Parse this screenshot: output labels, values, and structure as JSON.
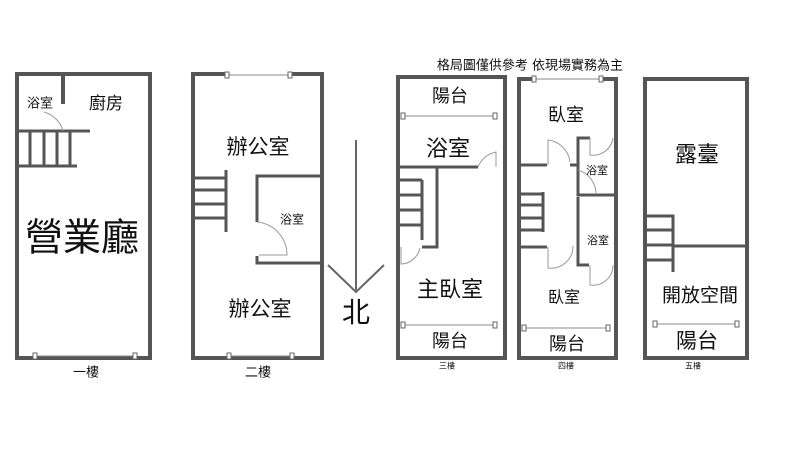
{
  "title": "格局圖僅供參考 依現場實務為主",
  "compass": {
    "label": "北",
    "direction": "down"
  },
  "floors": [
    {
      "label": "一樓",
      "rooms": [
        "浴室",
        "廚房",
        "營業廳"
      ]
    },
    {
      "label": "二樓",
      "rooms": [
        "辦公室",
        "浴室",
        "辦公室"
      ]
    },
    {
      "label": "三樓",
      "rooms": [
        "陽台",
        "浴室",
        "主臥室",
        "陽台"
      ]
    },
    {
      "label": "四樓",
      "rooms": [
        "臥室",
        "浴室",
        "浴室",
        "臥室",
        "陽台"
      ]
    },
    {
      "label": "五樓",
      "rooms": [
        "露臺",
        "開放空間",
        "陽台"
      ]
    }
  ]
}
